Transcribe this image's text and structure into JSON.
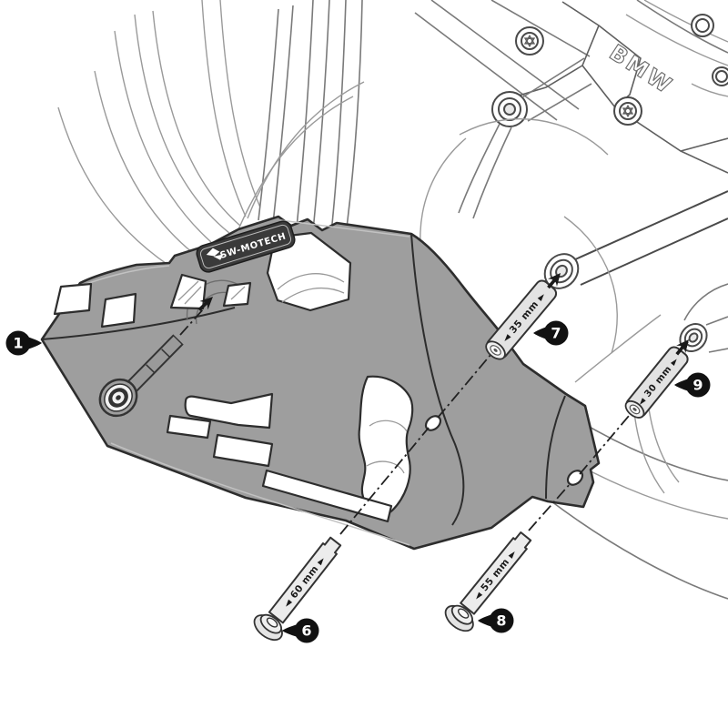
{
  "diagram": {
    "background_color": "#ffffff"
  },
  "branding": {
    "plate_badge": "SW-MOTECH",
    "engine_logo": "BMW"
  },
  "callouts": [
    {
      "number": "1"
    },
    {
      "number": "6"
    },
    {
      "number": "7"
    },
    {
      "number": "8"
    },
    {
      "number": "9"
    }
  ],
  "dimension_labels": {
    "bolt_6": "◄ 60 mm ►",
    "spacer_7": "◄ 35 mm ►",
    "bolt_8": "◄ 55 mm ►",
    "spacer_9": "◄ 30 mm ►"
  },
  "colors": {
    "plate_fill": "#9e9e9e",
    "outline": "#2d2d2d",
    "line_art": "#7a7a7a",
    "axis_line": "#222222",
    "callout_bg": "#111111",
    "callout_text": "#ffffff",
    "fastener_fill": "#ececec",
    "badge_bg": "#3a3a3a"
  }
}
